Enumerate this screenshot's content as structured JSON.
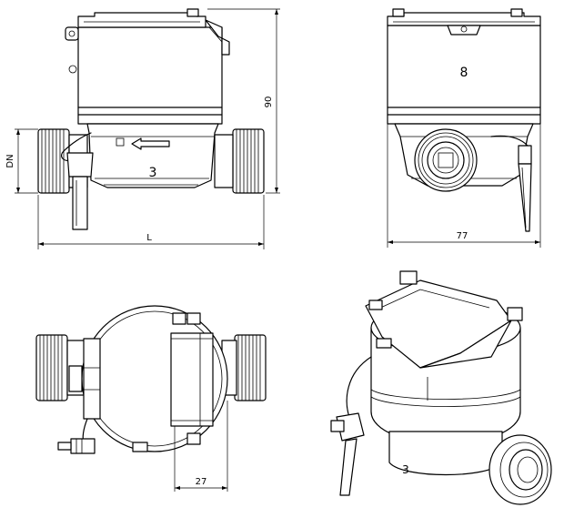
{
  "dimensions": {
    "dn_label": "DN",
    "height_label": "90",
    "length_label": "L",
    "width_label": "77",
    "offset_label": "27"
  },
  "markings": {
    "front_digit": "3",
    "side_digit": "8",
    "iso_digit": "3"
  }
}
